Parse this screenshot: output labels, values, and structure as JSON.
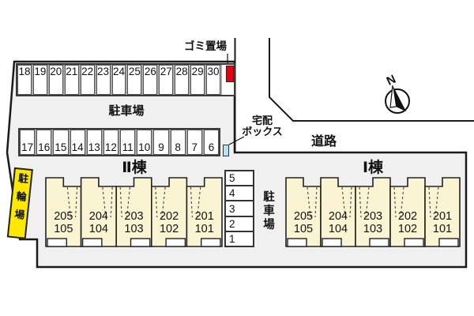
{
  "labels": {
    "garbage": "ゴミ置場",
    "parking_top": "駐車場",
    "parking_side": "駐車場",
    "bicycle": "駐輪場",
    "delivery_line1": "宅配",
    "delivery_line2": "ボックス",
    "road": "道路",
    "north": "N"
  },
  "parking_row_top": {
    "numbers": [
      "18",
      "19",
      "20",
      "21",
      "22",
      "23",
      "24",
      "25",
      "26",
      "27",
      "28",
      "29",
      "30"
    ]
  },
  "parking_row_mid": {
    "numbers": [
      "17",
      "16",
      "15",
      "14",
      "13",
      "12",
      "11",
      "10",
      "9",
      "8",
      "7",
      "6"
    ]
  },
  "parking_column": {
    "numbers": [
      "5",
      "4",
      "3",
      "2",
      "1"
    ]
  },
  "building2": {
    "title": "Ⅱ棟",
    "units": [
      {
        "upper": "205",
        "lower": "105"
      },
      {
        "upper": "204",
        "lower": "104"
      },
      {
        "upper": "203",
        "lower": "103"
      },
      {
        "upper": "202",
        "lower": "102"
      },
      {
        "upper": "201",
        "lower": "101"
      }
    ]
  },
  "building1": {
    "title": "Ⅰ棟",
    "units": [
      {
        "upper": "205",
        "lower": "105"
      },
      {
        "upper": "204",
        "lower": "104"
      },
      {
        "upper": "203",
        "lower": "103"
      },
      {
        "upper": "202",
        "lower": "102"
      },
      {
        "upper": "201",
        "lower": "101"
      }
    ]
  },
  "colors": {
    "site_fill": "#f0f0f0",
    "outline": "#1a1a1a",
    "unit_fill": "#fbf4d2",
    "unit_stroke": "#222222",
    "bicycle_fill": "#ffe800",
    "garbage_marker": "#e60012",
    "delivery_marker": "#b5e3f0"
  }
}
